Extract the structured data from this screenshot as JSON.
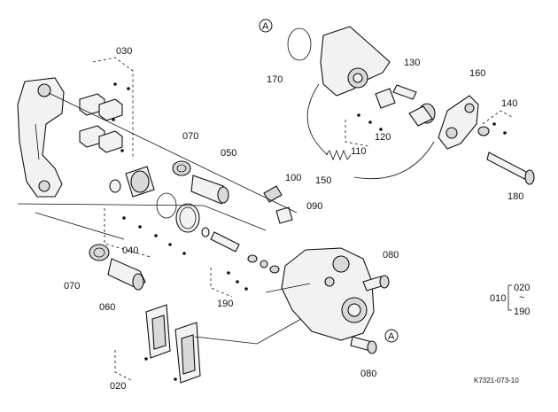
{
  "diagram": {
    "labels": {
      "p010": "010",
      "p020": "020",
      "p020b": "020",
      "p030": "030",
      "p040": "040",
      "p050": "050",
      "p060": "060",
      "p070a": "070",
      "p070b": "070",
      "p080a": "080",
      "p080b": "080",
      "p090": "090",
      "p100": "100",
      "p110": "110",
      "p120": "120",
      "p130": "130",
      "p140": "140",
      "p150": "150",
      "p160": "160",
      "p170": "170",
      "p180": "180",
      "p190": "190",
      "p190b": "190",
      "tilde": "~"
    },
    "marker_a": "A",
    "figure_code": "K7321-073-10"
  }
}
